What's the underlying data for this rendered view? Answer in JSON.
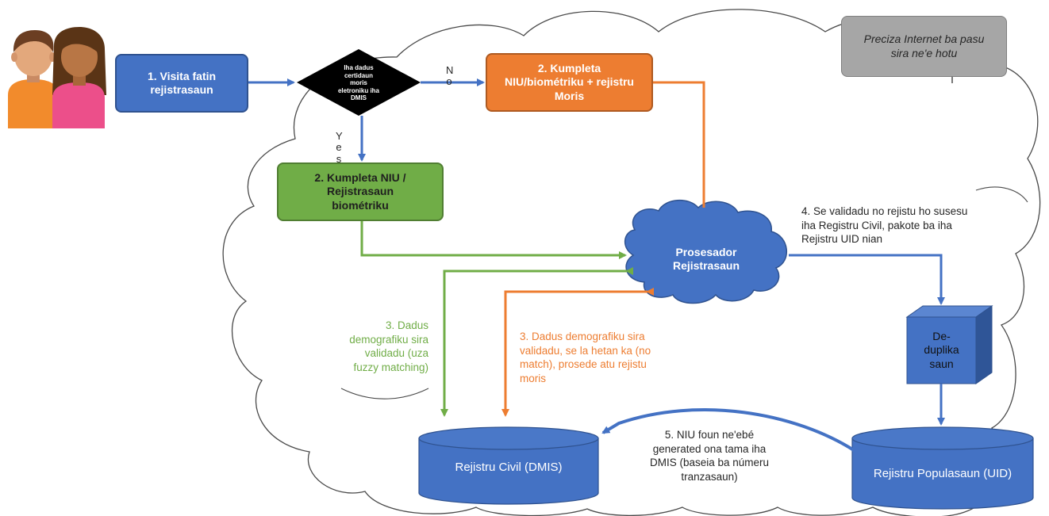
{
  "nodes": {
    "visit": "1. Visita fatin rejistrasaun",
    "decision": "Iha dadus certidaun moris eletroniku iha DMIS",
    "complete_orange": "2. Kumpleta NIU/biométriku + rejistru Moris",
    "complete_green": "2. Kumpleta NIU / Rejistrasaun biométriku",
    "internet_note": "Preciza Internet ba pasu sira ne'e hotu",
    "processor": "Prosesador Rejistrasaun",
    "dedup": "De-duplika saun",
    "civil_db": "Rejistru Civil (DMIS)",
    "population_db": "Rejistru Populasaun (UID)"
  },
  "branch_labels": {
    "no": "N o",
    "yes": "Y e s"
  },
  "annotations": {
    "step3_green": "3. Dadus demografiku sira validadu (uza fuzzy matching)",
    "step3_orange": "3. Dadus demografiku sira validadu, se la hetan ka (no match), prosede atu rejistu moris",
    "step4": "4. Se validadu no rejistu ho susesu iha Registru Civil, pakote ba iha Rejistru UID nian",
    "step5": "5. NIU foun ne'ebé generated ona tama iha DMIS (baseia ba númeru tranzasaun)"
  },
  "colors": {
    "blue": "#4472c4",
    "orange": "#ed7d31",
    "green": "#70ad47",
    "gray": "#a6a6a6",
    "black": "#000000"
  }
}
